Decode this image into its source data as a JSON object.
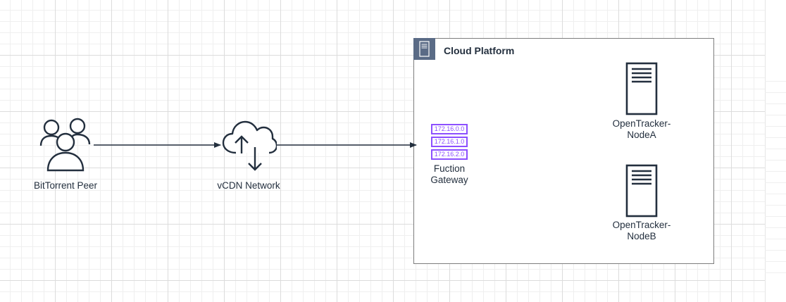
{
  "peer": {
    "label": "BitTorrent Peer",
    "icon": "users-icon"
  },
  "cdn": {
    "label": "vCDN Network",
    "icon": "cloud-upload-download-icon"
  },
  "group": {
    "title": "Cloud Platform",
    "icon": "server-rack-icon"
  },
  "gateway": {
    "label": "Fuction\nGateway",
    "icon": "subnet-icon",
    "ips": [
      "172.16.0.0",
      "172.16.1.0",
      "172.16.2.0"
    ]
  },
  "nodes": [
    {
      "label": "OpenTracker-\nNodeA",
      "icon": "server-icon"
    },
    {
      "label": "OpenTracker-\nNodeB",
      "icon": "server-icon"
    }
  ],
  "colors": {
    "dark": "#232f3e",
    "group_header": "#5a6b86",
    "subnet_purple": "#8c4fff",
    "group_border": "#7d7d7d"
  }
}
